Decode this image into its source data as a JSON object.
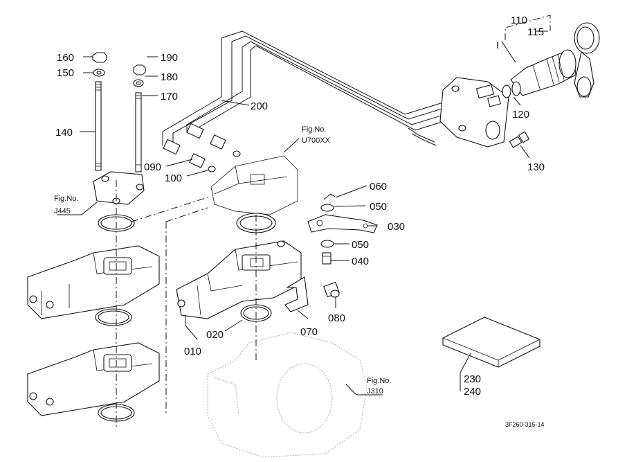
{
  "diagram": {
    "callouts": {
      "p010": "010",
      "p020": "020",
      "p030": "030",
      "p040": "040",
      "p050a": "050",
      "p050b": "050",
      "p060": "060",
      "p070": "070",
      "p080": "080",
      "p090": "090",
      "p100": "100",
      "p110": "110",
      "p115": "115",
      "p120": "120",
      "p130": "130",
      "p140": "140",
      "p150": "150",
      "p160": "160",
      "p170": "170",
      "p180": "180",
      "p190": "190",
      "p200": "200",
      "p230": "230",
      "p240": "240"
    },
    "figure_refs": {
      "u700": {
        "label": "Fig.No.",
        "code": "U700XX"
      },
      "j445": {
        "label": "Fig.No.",
        "code": "J445"
      },
      "j310": {
        "label": "Fig.No.",
        "code": "J310"
      }
    },
    "drawing_code": "3F260-315-14"
  }
}
